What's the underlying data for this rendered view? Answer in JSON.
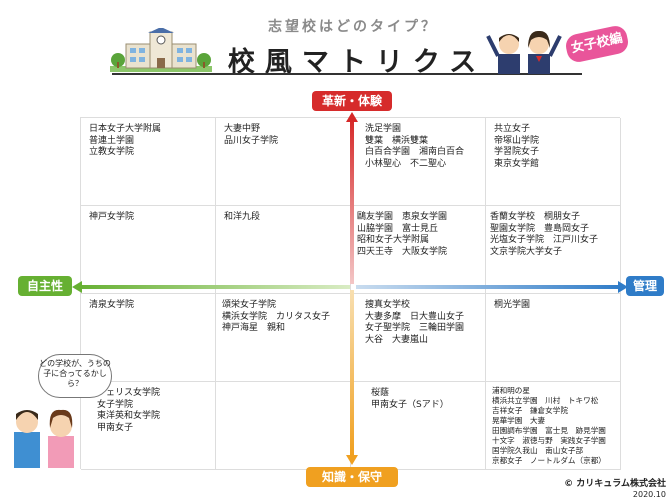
{
  "header": {
    "subtitle": "志望校はどのタイプ？",
    "title": "校風マトリクス",
    "badge": "女子校編"
  },
  "axes": {
    "top": "革新・体験",
    "bottom": "知識・保守",
    "left": "自主性",
    "right": "管理"
  },
  "grid": {
    "rows": [
      [
        [
          "日本女子大学附属",
          "普連土学園",
          "立教女学院"
        ],
        [
          "大妻中野",
          "品川女子学院"
        ],
        [
          "洗足学園",
          "雙葉　横浜雙葉",
          "白百合学園　湘南白百合",
          "小林聖心　不二聖心"
        ],
        [
          "共立女子",
          "帝塚山学院",
          "学習院女子",
          "東京女学館"
        ]
      ],
      [
        [
          "神戸女学院"
        ],
        [
          "和洋九段"
        ],
        [
          "鷗友学園　恵泉女学園",
          "山脇学園　富士見丘",
          "昭和女子大学附属",
          "四天王寺　大阪女学院"
        ],
        [
          "香蘭女学校　桐朋女子",
          "聖園女学院　豊島岡女子",
          "光塩女子学院　江戸川女子",
          "文京学院大学女子"
        ]
      ],
      [
        [
          "清泉女学院"
        ],
        [
          "頌栄女子学院",
          "横浜女学院　カリタス女子",
          "神戸海星　親和"
        ],
        [
          "捜真女学校",
          "大妻多摩　日大豊山女子",
          "女子聖学院　三輪田学園",
          "大谷　大妻嵐山"
        ],
        [
          "桐光学園"
        ]
      ],
      [
        [
          "フェリス女学院",
          "女子学院",
          "東洋英和女学院",
          "甲南女子"
        ],
        [],
        [
          "桜蔭",
          "甲南女子（Sアド）"
        ],
        [
          "浦和明の星",
          "横浜共立学園　川村　トキワ松",
          "吉祥女子　鎌倉女学院",
          "晃華学園　大妻",
          "田園調布学園　富士見　跡見学園",
          "十文字　淑徳与野　実践女子学園",
          "国学院久我山　南山女子部",
          "京都女子　ノートルダム（京都）"
        ]
      ]
    ]
  },
  "illustration": {
    "bubble_text": "どの学校が、うちの子に合ってるかしら？"
  },
  "footer": {
    "copyright": "© カリキュラム株式会社",
    "date": "2020.10"
  },
  "colors": {
    "top": "#d62b2b",
    "bottom": "#f0a020",
    "left": "#66b032",
    "right": "#2f7cc8",
    "badge": "#e9559a"
  }
}
